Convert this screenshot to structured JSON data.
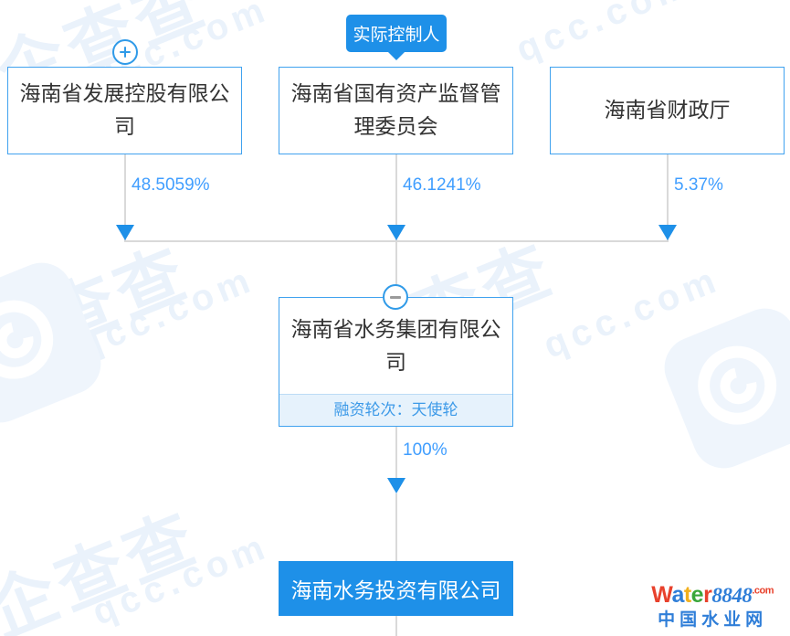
{
  "diagram": {
    "type": "corporate-ownership-tree",
    "badge": {
      "label": "实际控制人"
    },
    "shareholders": [
      {
        "name": "海南省发展控股有限公司",
        "percent": "48.5059%",
        "toggle": "plus"
      },
      {
        "name": "海南省国有资产监督管理委员会",
        "percent": "46.1241%",
        "toggle": "none"
      },
      {
        "name": "海南省财政厅",
        "percent": "5.37%",
        "toggle": "none"
      }
    ],
    "middle_node": {
      "name": "海南省水务集团有限公司",
      "footer": "融资轮次：天使轮",
      "percent": "100%",
      "toggle": "minus"
    },
    "bottom_node": {
      "name": "海南水务投资有限公司"
    }
  },
  "watermarks": {
    "qcc_cn": "企查查",
    "qcc_en": "qcc.com"
  },
  "brand": {
    "w": "W",
    "a": "a",
    "t": "t",
    "e": "e",
    "r": "r",
    "number": "8848",
    "tld": ".com",
    "subtitle": "中国水业网"
  },
  "colors": {
    "accent": "#1e90e8",
    "border": "#40a2ef",
    "percent_text": "#409eff",
    "footer_bg": "#e6f2fc",
    "line": "#d9d9d9"
  }
}
